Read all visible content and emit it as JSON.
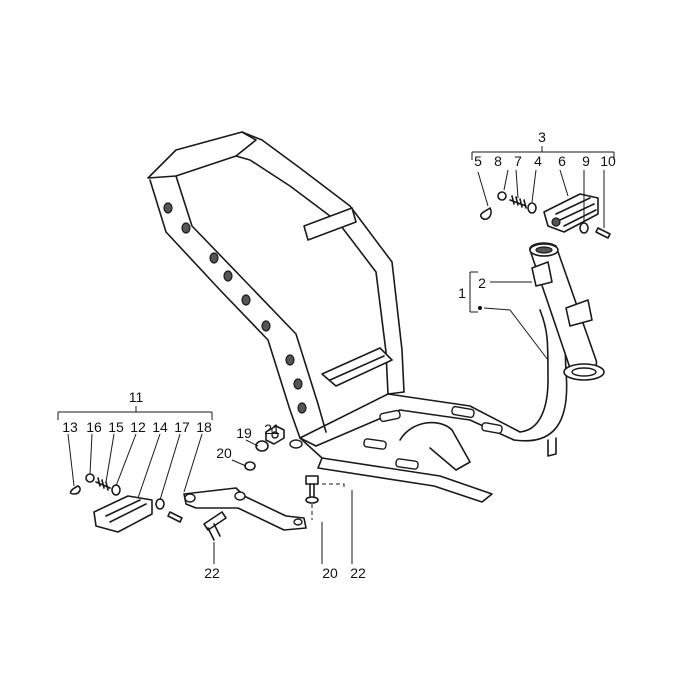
{
  "callouts": {
    "c1": "1",
    "c2": "2",
    "c3": "3",
    "c4": "4",
    "c5": "5",
    "c6": "6",
    "c7": "7",
    "c8": "8",
    "c9": "9",
    "c10": "10",
    "c11": "11",
    "c12": "12",
    "c13": "13",
    "c14": "14",
    "c15": "15",
    "c16": "16",
    "c17": "17",
    "c18": "18",
    "c19": "19",
    "c20a": "20",
    "c20b": "20",
    "c21": "21",
    "c22a": "22",
    "c22b": "22"
  }
}
